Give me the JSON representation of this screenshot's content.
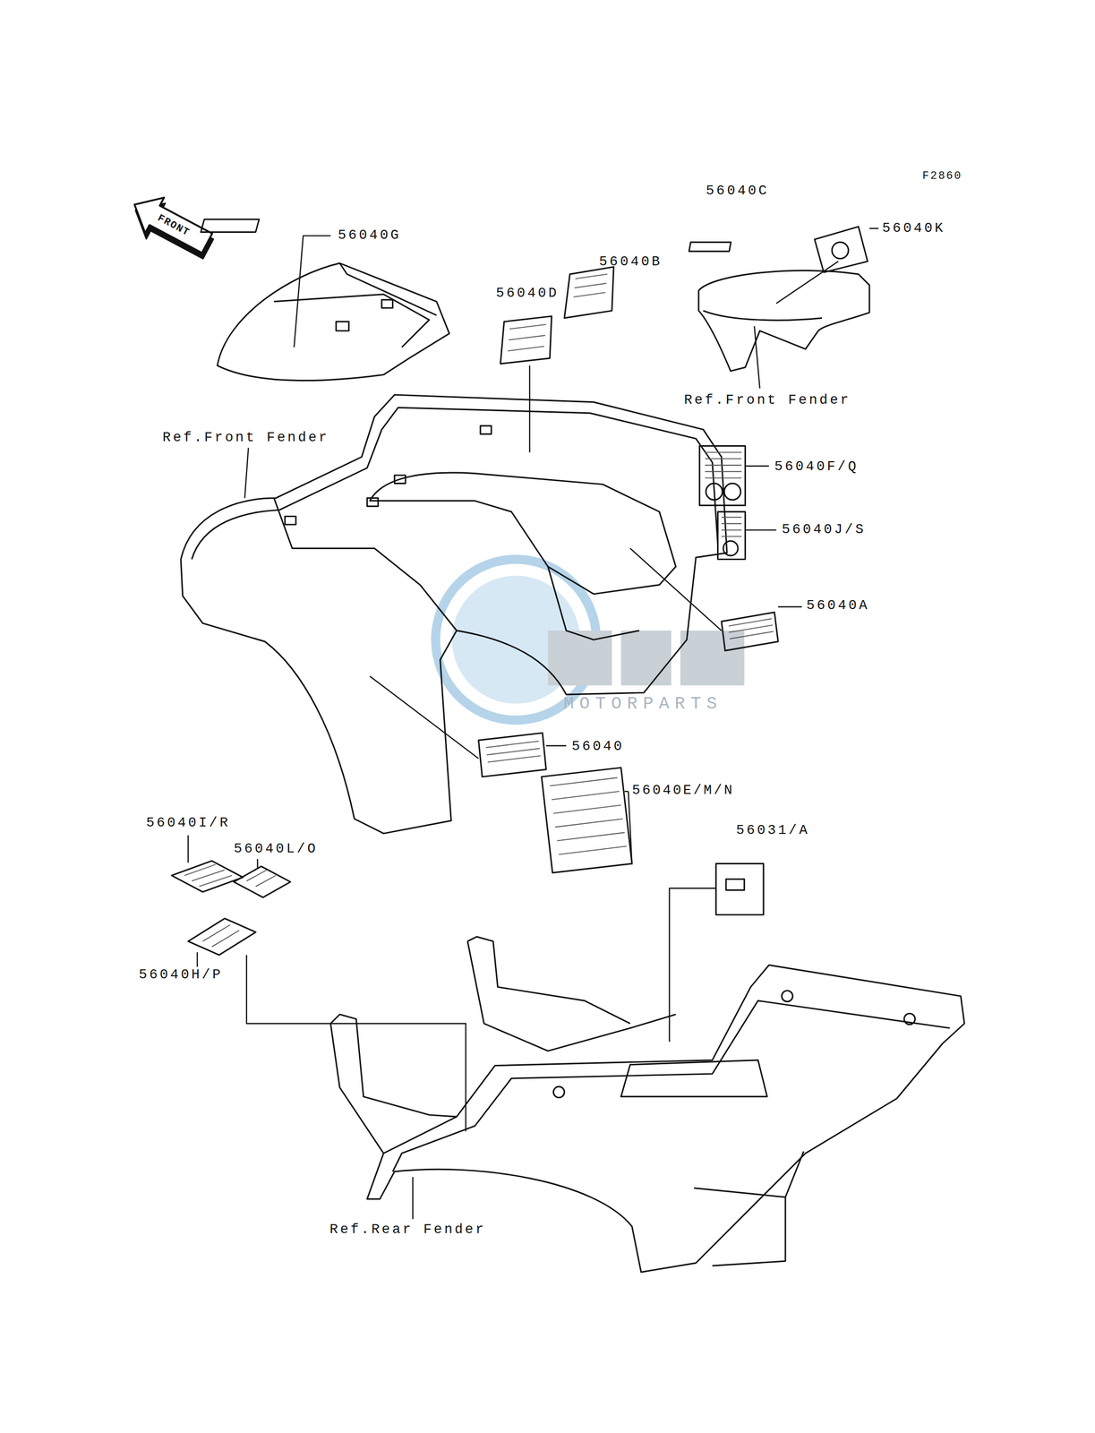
{
  "diagram": {
    "labels": [
      "F2860",
      "FRONT",
      "56040G",
      "56040C",
      "56040K",
      "56040B",
      "56040D",
      "Ref.Front Fender",
      "Ref.Front Fender",
      "56040F/Q",
      "56040J/S",
      "56040A",
      "MOTORPARTS",
      "56040",
      "56040E/M/N",
      "56040I/R",
      "56031/A",
      "56040L/O",
      "56040H/P",
      "Ref.Rear Fender"
    ]
  }
}
